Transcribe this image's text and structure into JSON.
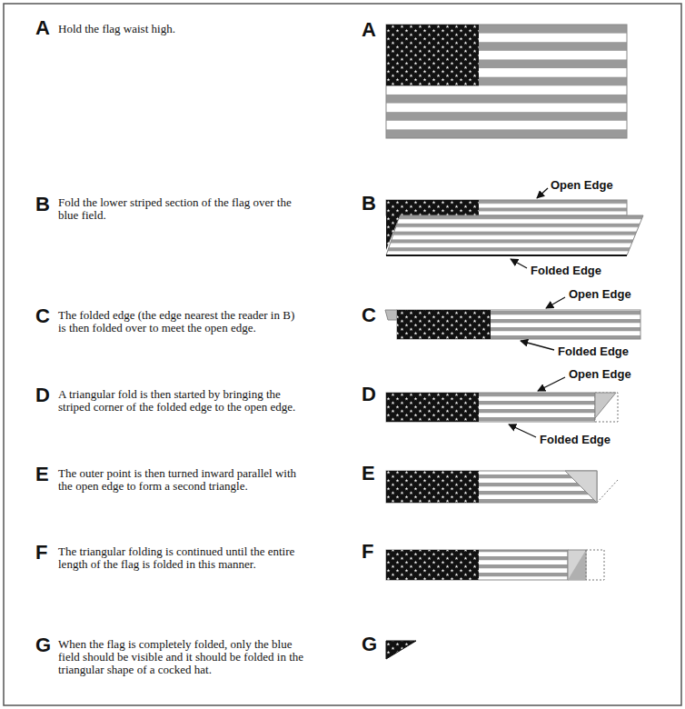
{
  "diagram": {
    "labels": [
      "A",
      "Hold the flag waist high.",
      "A",
      "B",
      "Fold the lower striped section of the flag over the blue field.",
      "B",
      "Open Edge",
      "Folded Edge",
      "C",
      "The folded edge (the edge nearest the reader in B) is then folded over to meet the open edge.",
      "C",
      "Open Edge",
      "Folded Edge",
      "D",
      "A triangular fold is then started by bringing the striped corner of the folded edge to the open edge.",
      "D",
      "Open Edge",
      "Folded Edge",
      "E",
      "The outer point is then turned inward parallel with the open edge to form a second triangle.",
      "E",
      "F",
      "The triangular folding is continued until the entire length of the flag is folded in this manner.",
      "F",
      "G",
      "When the flag is completely folded, only the blue field should be visible and it should be folded in the triangular shape of a cocked hat.",
      "G"
    ]
  }
}
